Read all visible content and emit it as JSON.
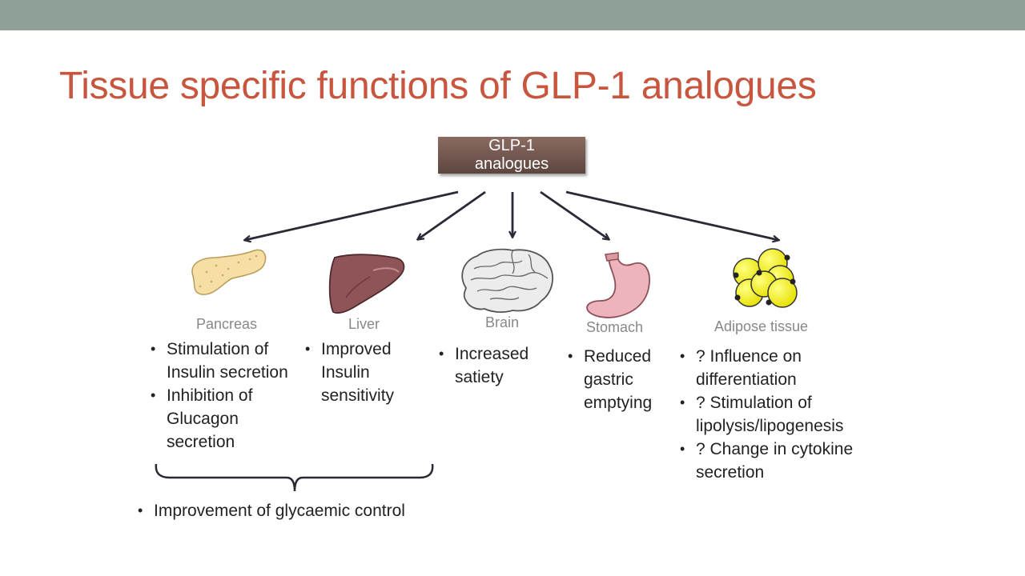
{
  "slide": {
    "title": "Tissue specific functions of GLP-1 analogues"
  },
  "diagram": {
    "root": {
      "line1": "GLP-1",
      "line2": "analogues"
    },
    "organs": [
      {
        "id": "pancreas",
        "label": "Pancreas",
        "icon": "pancreas-icon",
        "effects": [
          "Stimulation of Insulin secretion",
          "Inhibition of Glucagon secretion"
        ]
      },
      {
        "id": "liver",
        "label": "Liver",
        "icon": "liver-icon",
        "effects": [
          "Improved Insulin sensitivity"
        ]
      },
      {
        "id": "brain",
        "label": "Brain",
        "icon": "brain-icon",
        "effects": [
          "Increased satiety"
        ]
      },
      {
        "id": "stomach",
        "label": "Stomach",
        "icon": "stomach-icon",
        "effects": [
          "Reduced gastric emptying"
        ]
      },
      {
        "id": "adipose",
        "label": "Adipose tissue",
        "icon": "adipose-icon",
        "effects": [
          "? Influence on differentiation",
          "? Stimulation of lipolysis/lipogenesis",
          "? Change in cytokine secretion"
        ]
      }
    ],
    "combined_effect": "Improvement of glycaemic control"
  },
  "colors": {
    "title": "#c8553d",
    "top_bar": "#8fa097",
    "root_box": "#6e5249",
    "arrow": "#2a2a36",
    "fat": "#f2ee00"
  }
}
